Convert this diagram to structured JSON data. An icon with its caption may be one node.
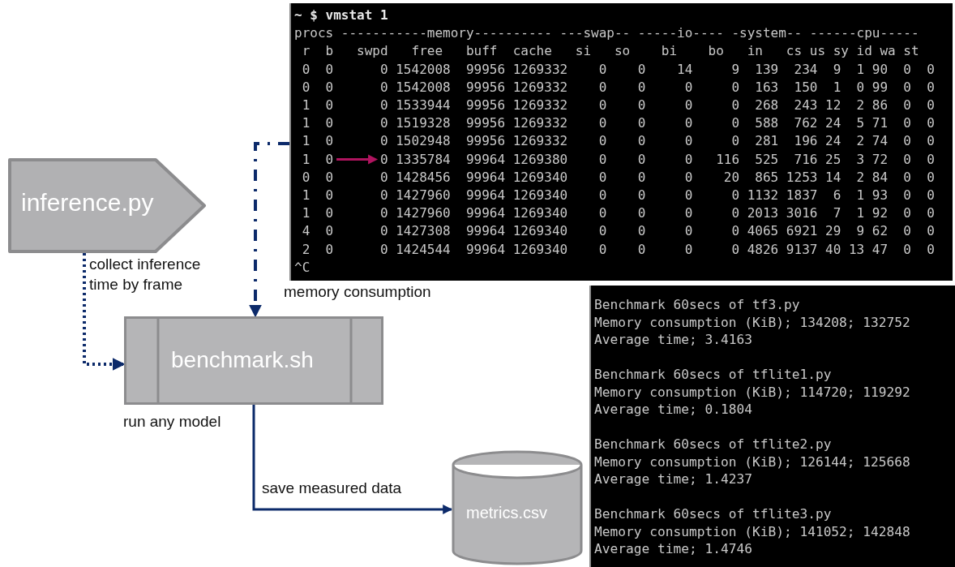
{
  "diagram": {
    "nodes": [
      {
        "text": [
          "inference.py"
        ]
      },
      {
        "text": [
          "~ $ vmstat 1",
          "procs -----------memory---------- ---swap-- -----io---- -system-- ------cpu-----",
          " r  b   swpd   free   buff  cache   si   so    bi    bo   in   cs us sy id wa st",
          " 0  0      0 1542008  99956 1269332    0    0    14     9  139  234  9  1 90  0  0",
          " 0  0      0 1542008  99956 1269332    0    0     0     0  163  150  1  0 99  0  0",
          " 1  0      0 1533944  99956 1269332    0    0     0     0  268  243 12  2 86  0  0",
          " 1  0      0 1519328  99956 1269332    0    0     0     0  588  762 24  5 71  0  0",
          " 1  0      0 1502948  99956 1269332    0    0     0     0  281  196 24  2 74  0  0",
          " 1  0      0 1335784  99964 1269380    0    0     0   116  525  716 25  3 72  0  0",
          " 0  0      0 1428456  99964 1269340    0    0     0    20  865 1253 14  2 84  0  0",
          " 1  0      0 1427960  99964 1269340    0    0     0     0 1132 1837  6  1 93  0  0",
          " 1  0      0 1427960  99964 1269340    0    0     0     0 2013 3016  7  1 92  0  0",
          " 4  0      0 1427308  99964 1269340    0    0     0     0 4065 6921 29  9 62  0  0",
          " 2  0      0 1424544  99964 1269340    0    0     0     0 4826 9137 40 13 47  0  0",
          "^C"
        ]
      },
      {
        "text": [
          "benchmark.sh"
        ],
        "beside": [
          "run any model"
        ]
      },
      {
        "text": [
          "metrics.csv"
        ]
      },
      {
        "text": [
          "Benchmark 60secs of tf3.py",
          "Memory consumption (KiB); 134208; 132752",
          "Average time; 3.4163",
          "Benchmark 60secs of tflite1.py",
          "Memory consumption (KiB); 114720; 119292",
          "Average time; 0.1804",
          "Benchmark 60secs of tflite2.py",
          "Memory consumption (KiB); 126144; 125668",
          "Average time; 1.4237",
          "Benchmark 60secs of tflite3.py",
          "Memory consumption (KiB); 141052; 142848",
          "Average time; 1.4746"
        ]
      }
    ],
    "edges": [
      {
        "from": 0,
        "to": 2,
        "arrow": "to",
        "label": "collect inference time by frame",
        "style": "dashed"
      },
      {
        "from": 1,
        "to": 2,
        "arrow": "to",
        "label": "memory consumption",
        "style": "dashed"
      },
      {
        "from": 2,
        "to": 3,
        "arrow": "to",
        "label": "save measured data"
      }
    ]
  }
}
